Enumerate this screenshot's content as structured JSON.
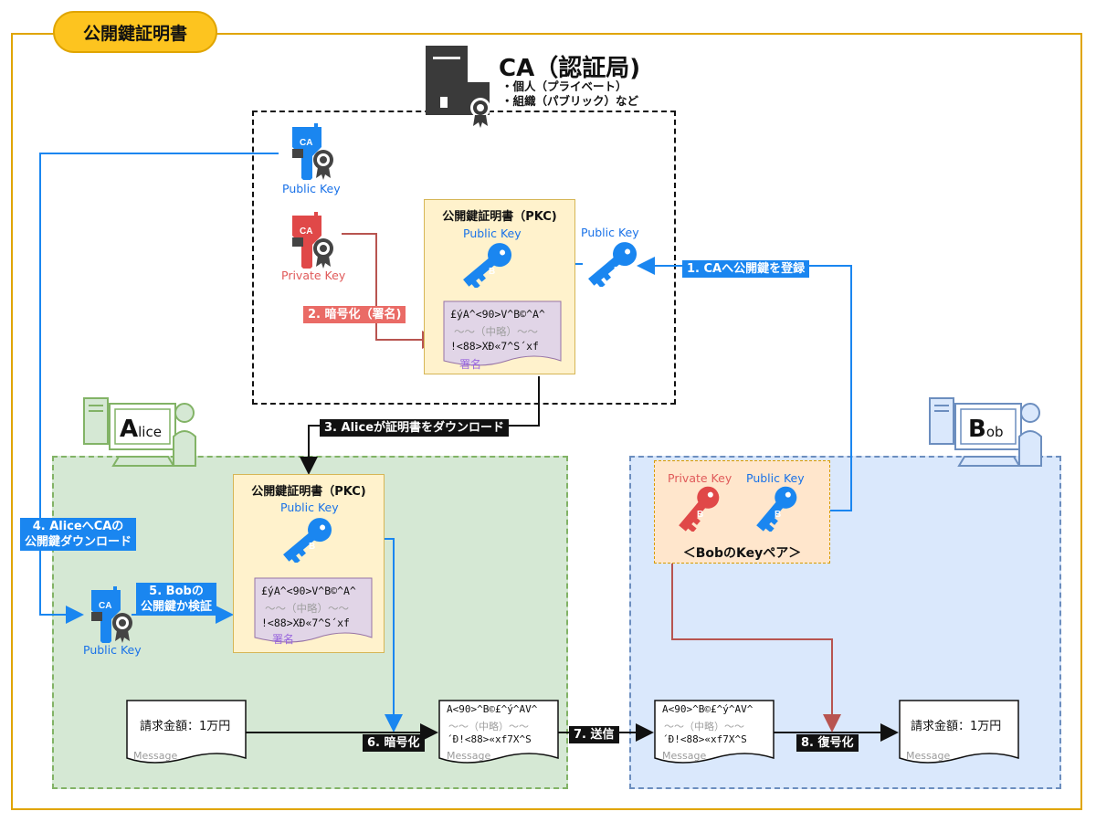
{
  "title": "公開鍵証明書",
  "ca": {
    "title": "CA（認証局)",
    "items": [
      "・個人（プライベート）",
      "・組織（パブリック）など"
    ],
    "public_key_label": "Public Key",
    "private_key_label": "Private Key",
    "pkc": {
      "title": "公開鍵証明書（PKC)",
      "public_key_label": "Public Key",
      "sig_lines": [
        "£ýA^<90>V^B©^A^",
        "〜〜（中略）〜〜",
        "!<88>XÐ«7^S´xf"
      ],
      "sig_label": "署名"
    },
    "bob_key_label": "Public Key"
  },
  "alice": {
    "name_big": "A",
    "name_small": "lice",
    "pkc": {
      "title": "公開鍵証明書（PKC)",
      "public_key_label": "Public Key",
      "sig_lines": [
        "£ýA^<90>V^B©^A^",
        "〜〜（中略）〜〜",
        "!<88>XÐ«7^S´xf"
      ],
      "sig_label": "署名"
    },
    "ca_key_label": "Public Key",
    "plain_message": {
      "text": "請求金額：1万円",
      "label": "Message"
    },
    "cipher_message": {
      "lines": [
        "A<90>^B©£^ý^AV^",
        "〜〜（中略）〜〜",
        "´Ð!<88>«xf7X^S"
      ],
      "label": "Message"
    }
  },
  "bob": {
    "name_big": "B",
    "name_small": "ob",
    "private_key_label": "Private Key",
    "public_key_label": "Public Key",
    "keypair_label": "＜BobのKeyペア＞",
    "cipher_message": {
      "lines": [
        "A<90>^B©£^ý^AV^",
        "〜〜（中略）〜〜",
        "´Ð!<88>«xf7X^S"
      ],
      "label": "Message"
    },
    "plain_message": {
      "text": "請求金額：1万円",
      "label": "Message"
    }
  },
  "steps": {
    "s1": "1. CAへ公開鍵を登録",
    "s2": "2. 暗号化（署名)",
    "s3": "3. Aliceが証明書をダウンロード",
    "s4": "4. AliceへCAの\n公開鍵ダウンロード",
    "s5": "5. Bobの\n公開鍵か検証",
    "s6": "6. 暗号化",
    "s7": "7. 送信",
    "s8": "8. 復号化"
  },
  "colors": {
    "frame": "#e0a500",
    "pill": "#fdc41f",
    "blue": "#1a86f0",
    "red": "#b85450",
    "alice_zone": "#d5e8d4",
    "bob_zone": "#dae8fc",
    "pkc": "#fff2cc",
    "signature": "#e1d5e7"
  },
  "icons": {
    "server": "server-certificate-icon",
    "ca_public_key": "ca-certificate-key-icon-blue",
    "ca_private_key": "ca-certificate-key-icon-red",
    "key": "key-icon",
    "computer": "computer-user-icon"
  }
}
